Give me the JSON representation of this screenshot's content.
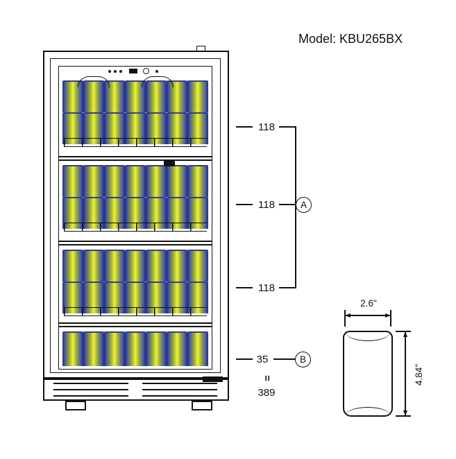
{
  "page": {
    "title": "Model: KBU265BX"
  },
  "annotations": {
    "shelf_heights": [
      "118",
      "118",
      "118"
    ],
    "group_label": "A",
    "bottom_clearance": "35",
    "bottom_label": "B",
    "equals_symbol": "=",
    "total_height": "389"
  },
  "can_detail": {
    "width_label": "2.6\"",
    "height_label": "4.84\""
  },
  "fridge": {
    "cans_per_row": 7,
    "row_count": 7
  },
  "colors": {
    "line": "#111111",
    "can_blue": "#232c7d",
    "can_yellow": "#dde32e"
  }
}
